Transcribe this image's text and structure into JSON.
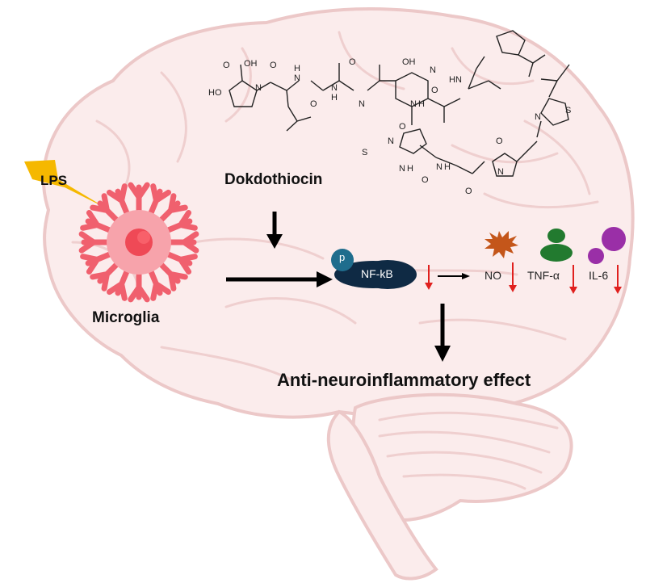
{
  "labels": {
    "lps": "LPS",
    "microglia": "Microglia",
    "compound": "Dokdothiocin",
    "p": "p",
    "nfkb": "NF-kB",
    "no": "NO",
    "tnf": "TNF-α",
    "il6": "IL-6",
    "effect": "Anti-neuroinflammatory effect"
  },
  "structure_atoms": [
    "OH",
    "O",
    "HO",
    "N",
    "O",
    "H",
    "N",
    "O",
    "N",
    "H",
    "O",
    "N",
    "OH",
    "N",
    "H",
    "O",
    "N",
    "O",
    "HN",
    "N",
    "S",
    "S",
    "N",
    "N",
    "H",
    "O",
    "N",
    "H",
    "O",
    "N",
    "O"
  ],
  "colors": {
    "brain_fill": "#fbecec",
    "brain_stroke": "#ecc8c8",
    "microglia": "#f0606e",
    "microglia_body": "#f7a3ab",
    "nucleus": "#ef4956",
    "lps_bolt": "#f5b800",
    "nfkb": "#0f2a44",
    "phospho": "#1f6d8d",
    "no_burst": "#c4561a",
    "tnf": "#227a2f",
    "il6": "#9a2fa7",
    "down_arrow": "#e0201e"
  }
}
